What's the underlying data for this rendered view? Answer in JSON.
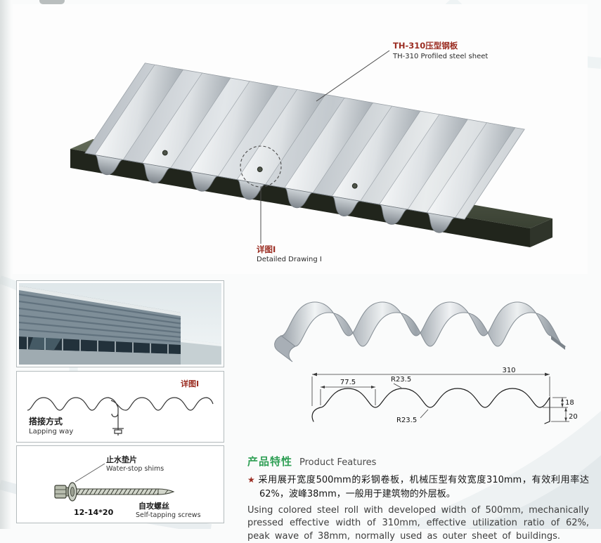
{
  "colors": {
    "accent_red": "#9b2d22",
    "accent_green": "#2f9f55",
    "steel_light": "#e9eced",
    "steel_mid": "#b9bfc5",
    "purlin_dark": "#21251c"
  },
  "main_illustration": {
    "callout_zh": "TH-310压型钢板",
    "callout_en": "TH-310 Profiled steel sheet",
    "detail_zh": "详图I",
    "detail_en": "Detailed Drawing I"
  },
  "lapping_panel": {
    "detail_ref": "详图I",
    "title_zh": "搭接方式",
    "title_en": "Lapping way"
  },
  "screw_panel": {
    "washer_zh": "止水垫片",
    "washer_en": "Water-stop shims",
    "size": "12-14*20",
    "name_zh": "自攻螺丝",
    "name_en": "Self-tapping screws"
  },
  "dimension_drawing": {
    "total_width": "310",
    "pitch": "77.5",
    "radius_top": "R23.5",
    "radius_bottom": "R23.5",
    "rib_height": "18",
    "edge_height": "20"
  },
  "features": {
    "heading_zh": "产品特性",
    "heading_en": "Product Features",
    "star": "★",
    "text_zh": "采用展开宽度500mm的彩钢卷板，机械压型有效宽度310mm，有效利用率达62%，波峰38mm，一般用于建筑物的外层板。",
    "text_en": "Using colored steel roll with developed width of 500mm, mechanically pressed effective width of 310mm, effective utilization ratio of 62%, peak wave of 38mm, normally used as outer sheet of buildings."
  }
}
